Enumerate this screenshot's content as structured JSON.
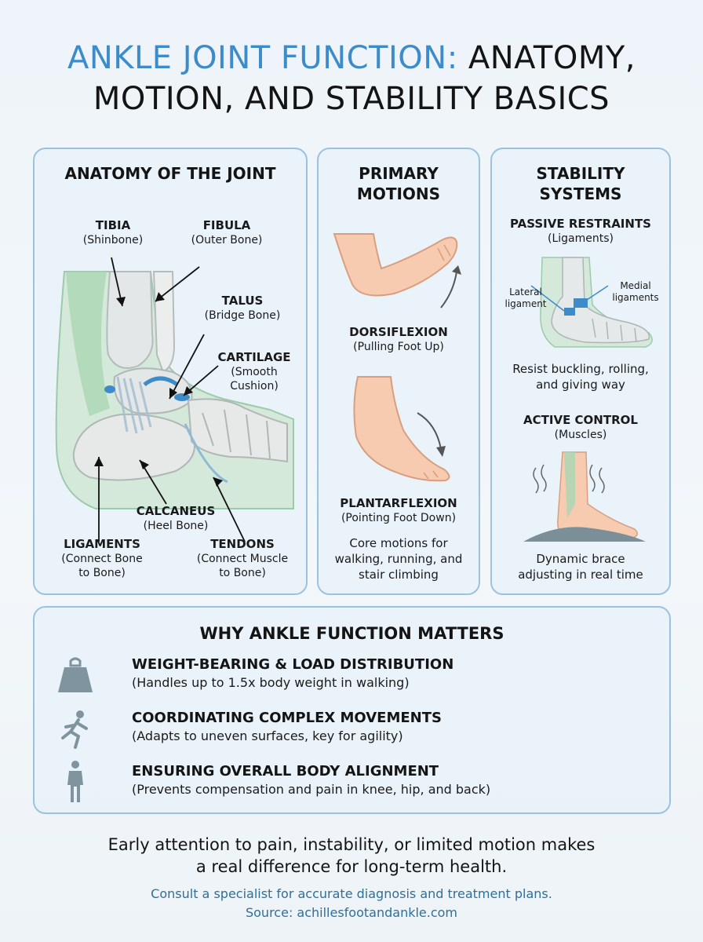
{
  "title": {
    "accent": "ANKLE JOINT FUNCTION:",
    "rest_line1": "ANATOMY,",
    "line2": "MOTION, AND STABILITY BASICS"
  },
  "anatomy": {
    "heading": "ANATOMY OF THE JOINT",
    "labels": {
      "tibia": {
        "name": "TIBIA",
        "desc": "(Shinbone)"
      },
      "fibula": {
        "name": "FIBULA",
        "desc": "(Outer Bone)"
      },
      "talus": {
        "name": "TALUS",
        "desc": "(Bridge Bone)"
      },
      "cartilage": {
        "name": "CARTILAGE",
        "desc1": "(Smooth",
        "desc2": "Cushion)"
      },
      "calcaneus": {
        "name": "CALCANEUS",
        "desc": "(Heel Bone)"
      },
      "ligaments": {
        "name": "LIGAMENTS",
        "desc1": "(Connect Bone",
        "desc2": "to Bone)"
      },
      "tendons": {
        "name": "TENDONS",
        "desc1": "(Connect Muscle",
        "desc2": "to Bone)"
      }
    }
  },
  "motions": {
    "heading1": "PRIMARY",
    "heading2": "MOTIONS",
    "dorsi": {
      "name": "DORSIFLEXION",
      "desc": "(Pulling Foot Up)"
    },
    "plantar": {
      "name": "PLANTARFLEXION",
      "desc": "(Pointing Foot Down)"
    },
    "note1": "Core motions for",
    "note2": "walking, running, and",
    "note3": "stair climbing"
  },
  "stability": {
    "heading1": "STABILITY",
    "heading2": "SYSTEMS",
    "passive": {
      "name": "PASSIVE RESTRAINTS",
      "desc": "(Ligaments)"
    },
    "lateral1": "Lateral",
    "lateral2": "ligament",
    "medial1": "Medial",
    "medial2": "ligaments",
    "passive_note1": "Resist buckling, rolling,",
    "passive_note2": "and giving way",
    "active": {
      "name": "ACTIVE CONTROL",
      "desc": "(Muscles)"
    },
    "active_note1": "Dynamic brace",
    "active_note2": "adjusting in real time"
  },
  "why": {
    "heading": "WHY ANKLE FUNCTION MATTERS",
    "items": [
      {
        "icon": "weight-icon",
        "title": "WEIGHT-BEARING & LOAD DISTRIBUTION",
        "desc": "(Handles up to 1.5x body weight in walking)"
      },
      {
        "icon": "running-person-icon",
        "title": "COORDINATING COMPLEX MOVEMENTS",
        "desc": "(Adapts to uneven surfaces, key for agility)"
      },
      {
        "icon": "standing-person-icon",
        "title": "ENSURING OVERALL BODY ALIGNMENT",
        "desc": "(Prevents compensation and pain in knee, hip, and back)"
      }
    ]
  },
  "footer": {
    "line1": "Early attention to pain, instability, or limited motion makes",
    "line2": "a real difference for long-term health.",
    "consult": "Consult a specialist for accurate diagnosis and treatment plans.",
    "source": "Source: achillesfootandankle.com"
  },
  "colors": {
    "accent": "#3d8bc9",
    "panel_border": "#9bc3e0",
    "skin": "#f6cbb0",
    "bone": "#e3e6e6",
    "tissue_green": "#c9e2cf",
    "icon_gray": "#7f949f"
  }
}
